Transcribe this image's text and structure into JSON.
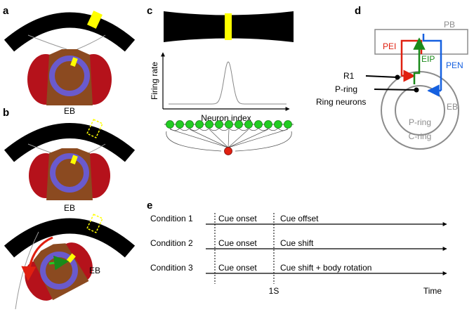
{
  "panels": {
    "a": "a",
    "b": "b",
    "c": "c",
    "d": "d",
    "e": "e"
  },
  "panel_a": {
    "eb_label": "EB"
  },
  "panel_b": {
    "eb_label_top": "EB",
    "eb_label_bottom": "EB"
  },
  "panel_c": {
    "ylabel": "Firing rate",
    "xlabel": "Neuron index"
  },
  "panel_d": {
    "labels": {
      "pb": "PB",
      "pei": "PEI",
      "eip": "EIP",
      "pen": "PEN",
      "r1": "R1",
      "p_ring": "P-ring",
      "ring_neurons": "Ring neurons",
      "eb": "EB",
      "p_ring_inner": "P-ring",
      "c_ring": "C-ring"
    }
  },
  "panel_e": {
    "conditions": [
      {
        "name": "Condition 1",
        "phase1": "Cue onset",
        "phase2": "Cue offset"
      },
      {
        "name": "Condition 2",
        "phase1": "Cue onset",
        "phase2": "Cue shift"
      },
      {
        "name": "Condition 3",
        "phase1": "Cue onset",
        "phase2": "Cue shift + body rotation"
      }
    ],
    "tick_label": "1S",
    "time_label": "Time"
  },
  "colors": {
    "cue": "#ffff00",
    "eb_ring": "#6a5acd",
    "eye": "#b5121b",
    "head": "#8b4a20",
    "neuron": "#22cc22",
    "inhibitory": "#e02010",
    "pei": "#e02010",
    "eip": "#1a8a1a",
    "pen": "#1560e0",
    "gray": "#8c8c8c"
  }
}
